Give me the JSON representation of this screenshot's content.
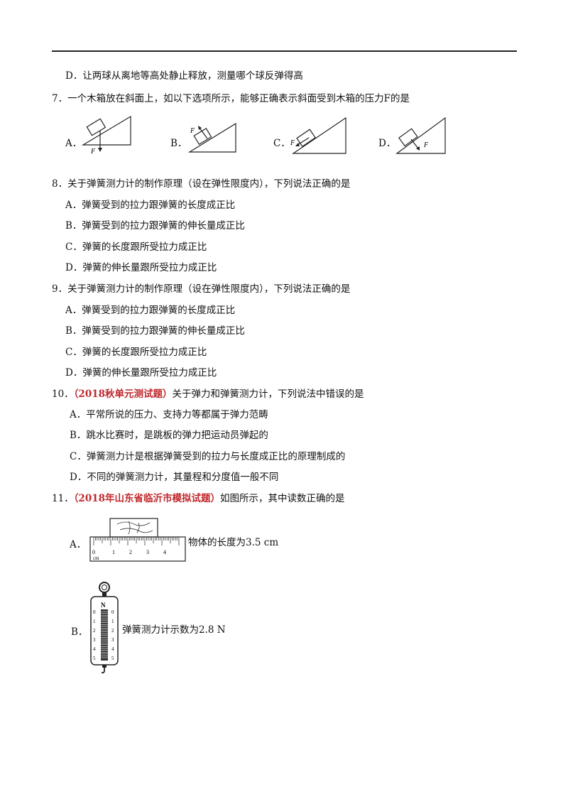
{
  "q6": {
    "optD": "D．让两球从离地等高处静止释放，测量哪个球反弹得高"
  },
  "q7": {
    "stem": "7．一个木箱放在斜面上，如以下选项所示，能够正确表示斜面受到木箱的压力F的是",
    "labels": [
      "A．",
      "B．",
      "C．",
      "D．"
    ],
    "force": "F"
  },
  "q8": {
    "stem": "8．关于弹簧测力计的制作原理（设在弹性限度内），下列说法正确的是",
    "options": [
      "A．弹簧受到的拉力跟弹簧的长度成正比",
      "B．弹簧受到的拉力跟弹簧的伸长量成正比",
      "C．弹簧的长度跟所受拉力成正比",
      "D．弹簧的伸长量跟所受拉力成正比"
    ]
  },
  "q9": {
    "stem": "9．关于弹簧测力计的制作原理（设在弹性限度内），下列说法正确的是",
    "options": [
      "A．弹簧受到的拉力跟弹簧的长度成正比",
      "B．弹簧受到的拉力跟弹簧的伸长量成正比",
      "C．弹簧的长度跟所受拉力成正比",
      "D．弹簧的伸长量跟所受拉力成正比"
    ]
  },
  "q10": {
    "num": "10．",
    "source": "（2018秋单元测试题）",
    "stem": "关于弹力和弹簧测力计，下列说法中错误的是",
    "options": [
      "A．平常所说的压力、支持力等都属于弹力范畴",
      "B．跳水比赛时，是跳板的弹力把运动员弹起的",
      "C．弹簧测力计是根据弹簧受到的拉力与长度成正比的原理制成的",
      "D．不同的弹簧测力计，其量程和分度值一般不同"
    ]
  },
  "q11": {
    "num": "11．",
    "source": "（2018年山东省临沂市模拟试题）",
    "stem": "如图所示，其中读数正确的是",
    "optA_label": "A．",
    "optA_text": "物体的长度为3.5 cm",
    "optB_label": "B．",
    "optB_text": "弹簧测力计示数为2.8 N",
    "ruler_ticks": [
      "0",
      "1",
      "2",
      "3",
      "4"
    ],
    "ruler_unit": "cm",
    "meter_unit": "N",
    "meter_ticks": [
      "0",
      "1",
      "2",
      "3",
      "4",
      "5"
    ]
  }
}
